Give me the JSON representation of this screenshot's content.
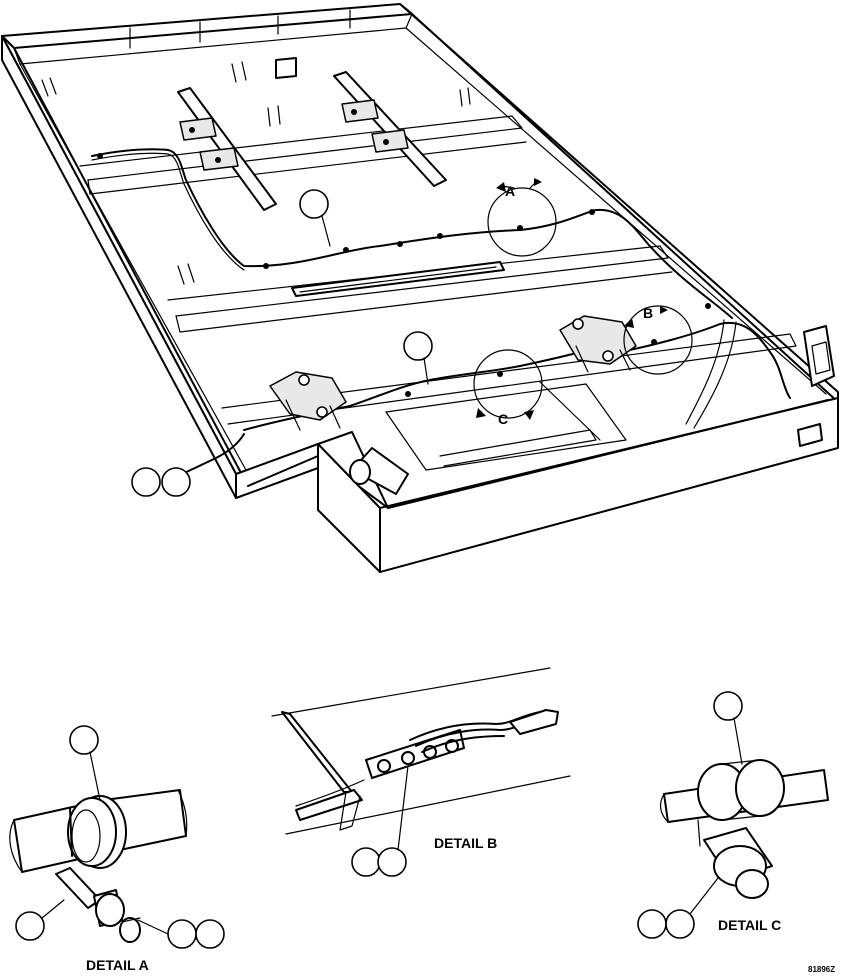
{
  "detail_labels": {
    "a": "DETAIL A",
    "b": "DETAIL B",
    "c": "DETAIL C"
  },
  "view_letters": {
    "a": "A",
    "b": "B",
    "c": "C"
  },
  "drawing_code": "81896Z"
}
